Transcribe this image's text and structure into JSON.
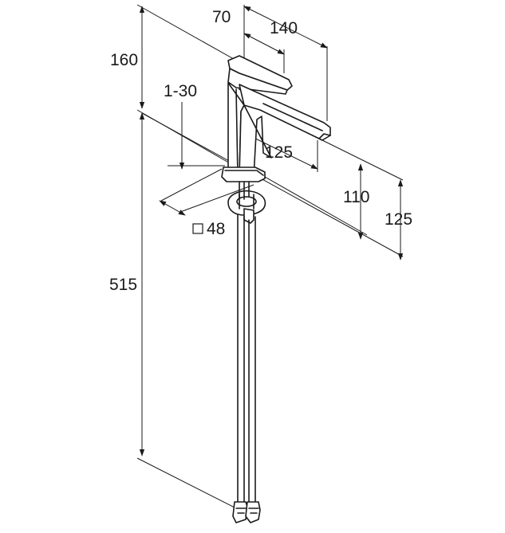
{
  "diagram": {
    "labels": {
      "total_height_upper": "160",
      "total_height_lower": "515",
      "handle_width": "70",
      "body_depth": "140",
      "deck_thickness": "1-30",
      "spout_reach": "125",
      "spout_height_110": "110",
      "spout_height_125": "125",
      "base_size": "48"
    },
    "base_symbol": "square"
  },
  "colors": {
    "line": "#1a1a1a",
    "background": "#ffffff"
  }
}
